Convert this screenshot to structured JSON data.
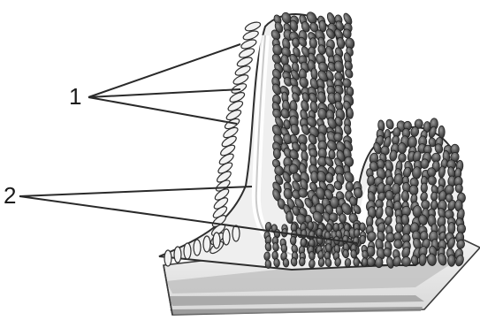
{
  "figure": {
    "labels": [
      {
        "id": "label-1",
        "text": "1"
      },
      {
        "id": "label-2",
        "text": "2"
      }
    ],
    "colors": {
      "villus_dark": "#4a4a4a",
      "villus_mid": "#6e6e6e",
      "tissue_light": "#ececec",
      "outline": "#2a2a2a",
      "layer_band": "#a9a9a9",
      "leader_line": "#2a2a2a"
    }
  }
}
